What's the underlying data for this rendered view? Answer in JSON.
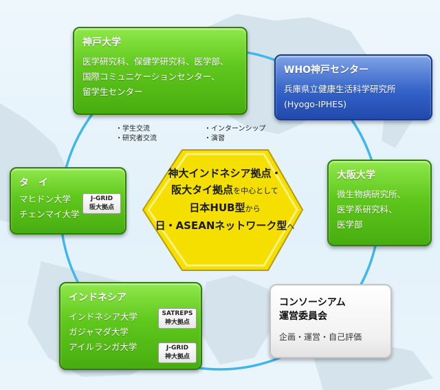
{
  "kobe_univ": {
    "title": "神戸大学",
    "lines": [
      "医学研究科、保健学研究科、医学部、",
      "国際コミュニケーションセンター、",
      "留学生センター"
    ]
  },
  "who_center": {
    "title": "WHO神戸センター",
    "lines": [
      "兵庫県立健康生活科学研究所",
      "(Hyogo-IPHES)"
    ]
  },
  "thailand": {
    "title": "タ　イ",
    "lines": [
      "マヒドン大学",
      "チェンマイ大学"
    ],
    "tag": [
      "J-GRID",
      "阪大拠点"
    ]
  },
  "osaka_univ": {
    "title": "大阪大学",
    "lines": [
      "微生物病研究所、",
      "医学系研究科、",
      "医学部"
    ]
  },
  "indonesia": {
    "title": "インドネシア",
    "lines": [
      "インドネシア大学",
      "ガジャマダ大学",
      "アイルランガ大学"
    ],
    "tag1": [
      "SATREPS",
      "神大拠点"
    ],
    "tag2": [
      "J-GRID",
      "神大拠点"
    ]
  },
  "consortium": {
    "title_lines": [
      "コンソーシアム",
      "運営委員会"
    ],
    "line": "企画・運営・自己評価"
  },
  "exchange_left": [
    "・学生交流",
    "・研究者交流"
  ],
  "exchange_right": [
    "・インターンシップ",
    "・演習"
  ],
  "center": {
    "line1": "神大インドネシア拠点・",
    "line2a": "阪大タイ拠点",
    "line2b": "を中心として",
    "line3a": "日本HUB型",
    "line3b": "から",
    "line4a": "日・ASEANネットワーク型",
    "line4b": "へ"
  },
  "colors": {
    "green_box": "#5fc71c",
    "blue_box": "#3563c9",
    "hexagon": "#f7e000",
    "ring": "#3fb6ee"
  }
}
